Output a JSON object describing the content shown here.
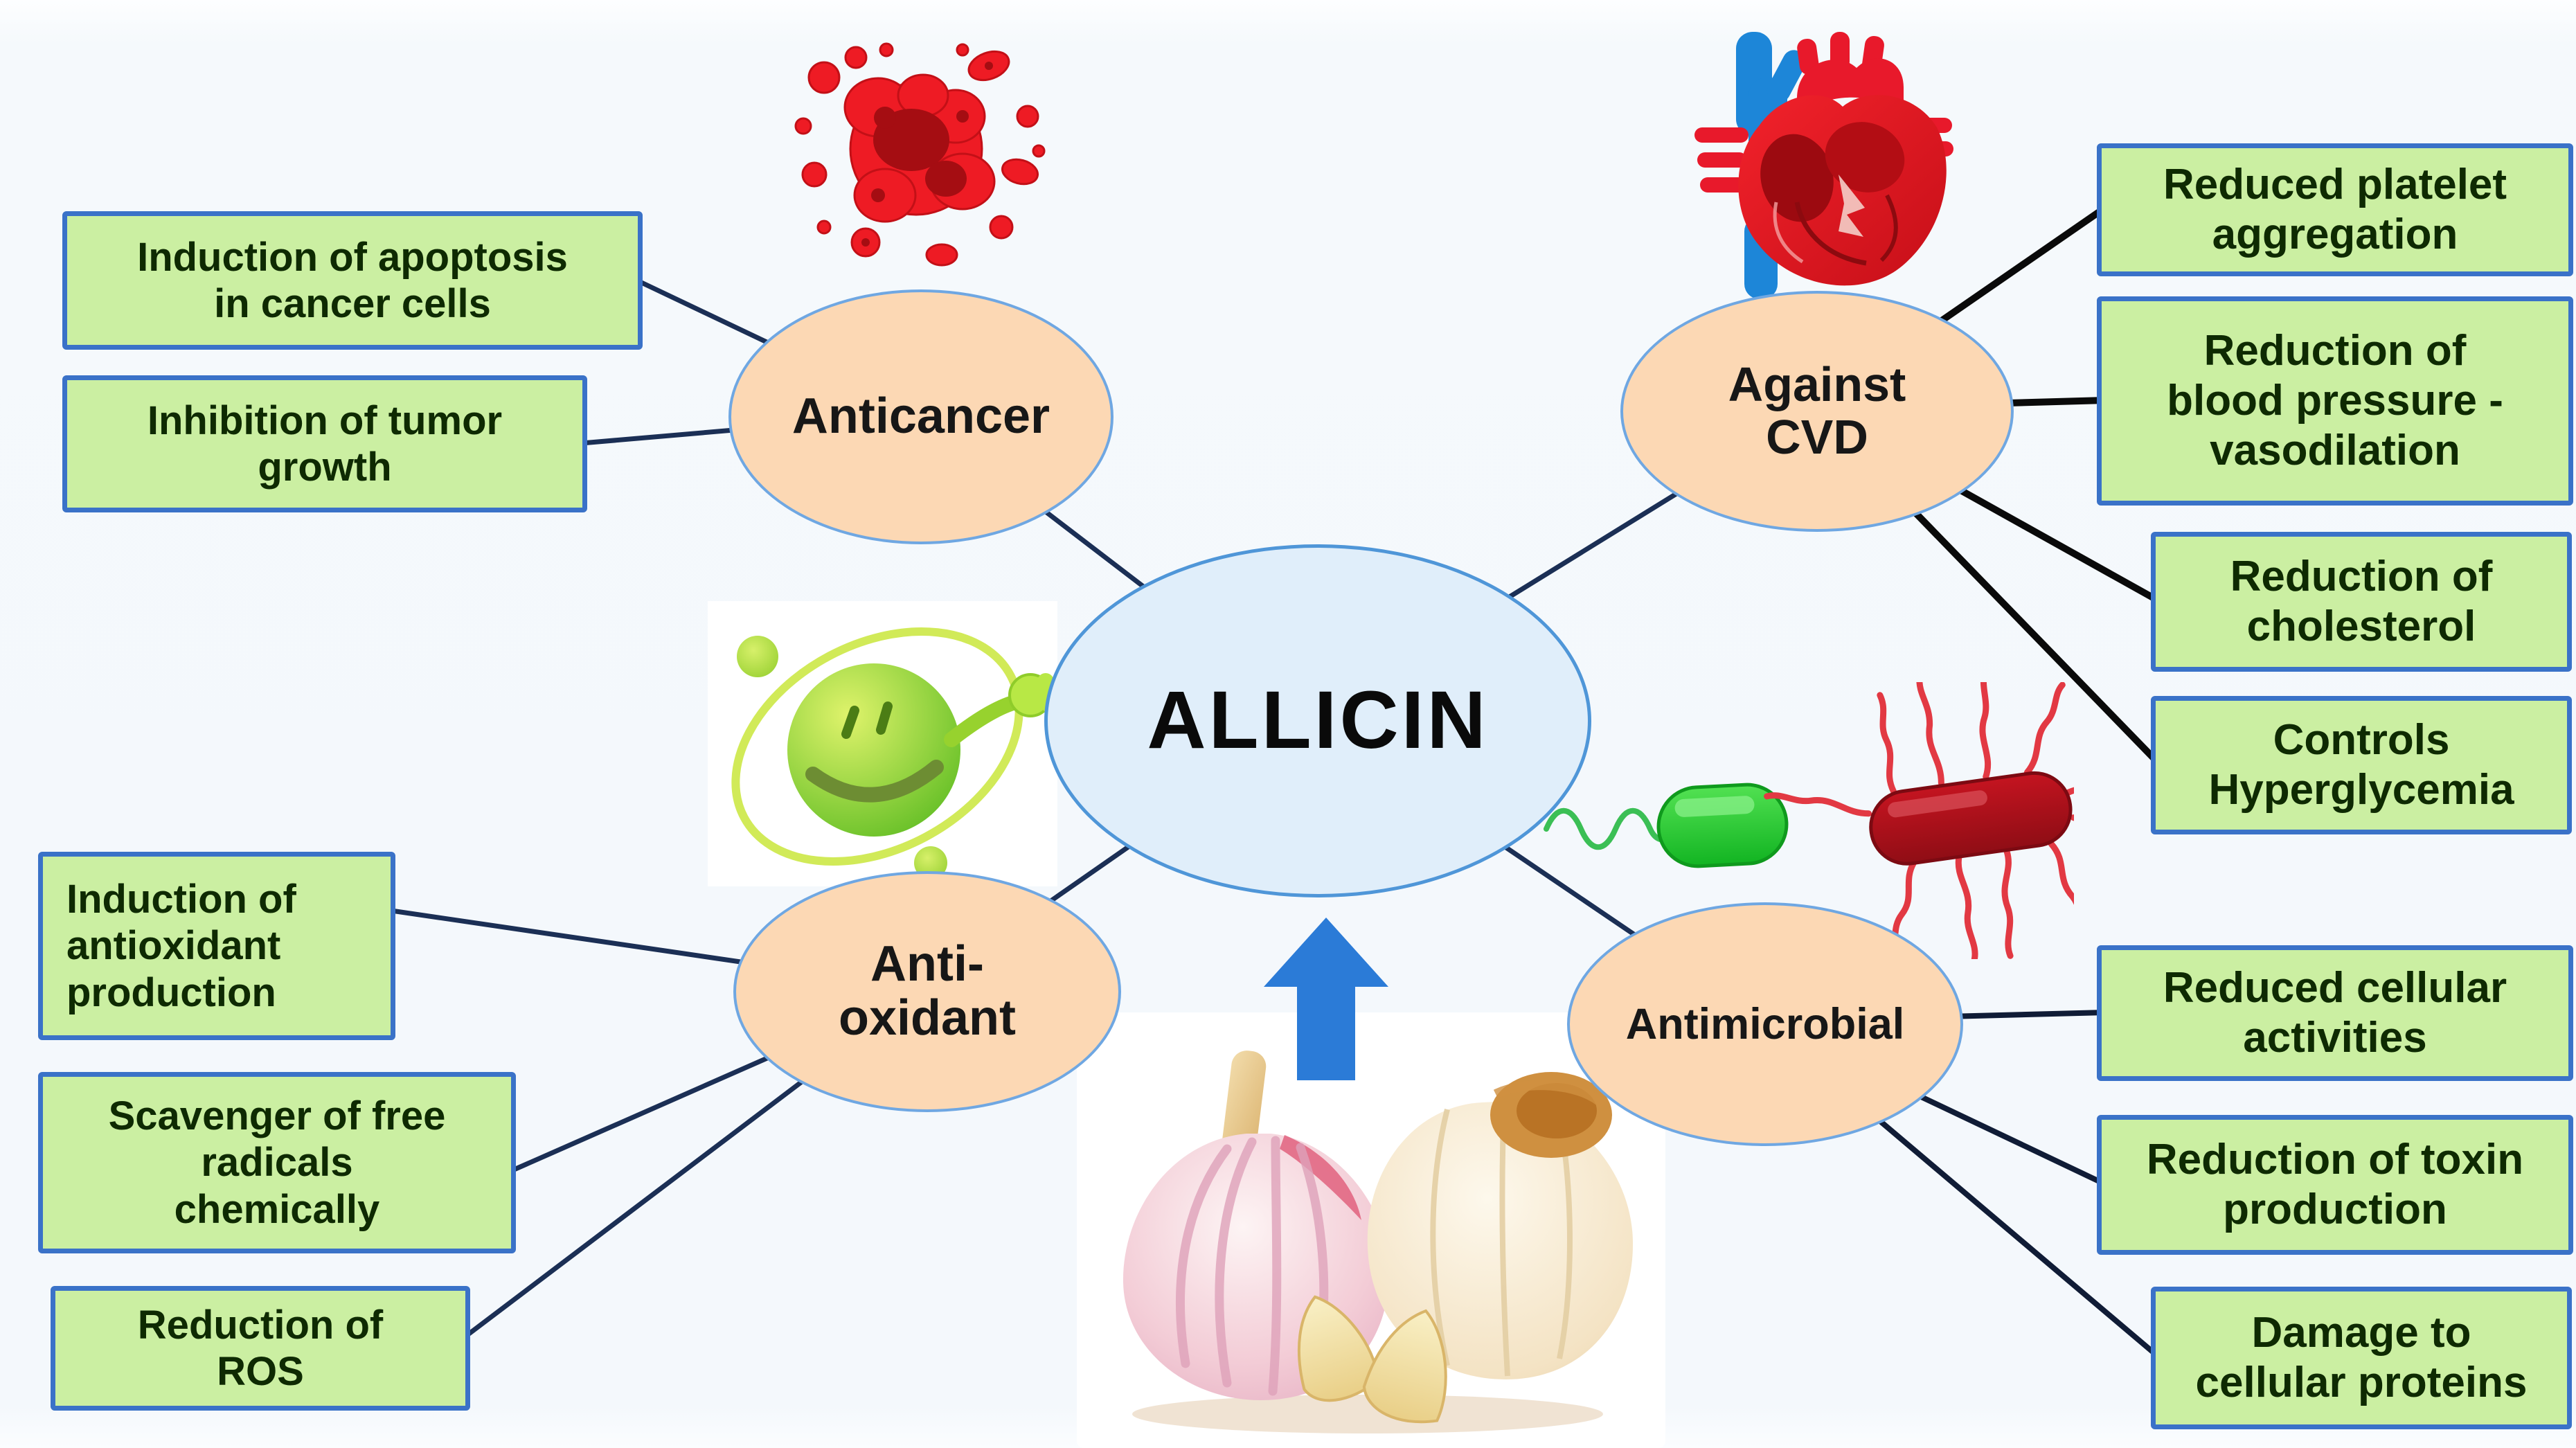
{
  "diagram_title": "ALLICIN",
  "center": {
    "label": "ALLICIN"
  },
  "branches": {
    "anticancer": {
      "label": "Anticancer"
    },
    "cvd": {
      "label": "Against\nCVD"
    },
    "antioxidant": {
      "label": "Anti-\noxidant"
    },
    "antimicrobial": {
      "label": "Antimicrobial"
    }
  },
  "boxes": {
    "apoptosis": {
      "text": "Induction of apoptosis\nin cancer cells"
    },
    "tumor": {
      "text": "Inhibition of  tumor\ngrowth"
    },
    "antiox_production": {
      "text": "Induction of\nantioxidant\nproduction"
    },
    "scavenger": {
      "text": "Scavenger of free\nradicals\nchemically"
    },
    "ros": {
      "text": "Reduction of\nROS"
    },
    "platelet": {
      "text": "Reduced platelet\naggregation"
    },
    "blood_pressure": {
      "text": "Reduction of\nblood pressure -\nvasodilation"
    },
    "cholesterol": {
      "text": "Reduction of\ncholesterol"
    },
    "hyperglycemia": {
      "text": "Controls\nHyperglycemia"
    },
    "cellular": {
      "text": "Reduced cellular\nactivities"
    },
    "toxin": {
      "text": "Reduction of toxin\nproduction"
    },
    "proteins": {
      "text": "Damage to\ncellular proteins"
    }
  },
  "icons": {
    "anticancer": "cancer-cells-icon",
    "cvd": "heart-icon",
    "antioxidant": "antioxidant-molecule-icon",
    "antimicrobial": "bacteria-icon",
    "source": "garlic-photo",
    "pointer": "up-arrow-icon"
  },
  "colors": {
    "background": "#f4f8fc",
    "box_fill": "#cbefa2",
    "box_border": "#3a72c8",
    "box_text": "#0e2a02",
    "branch_fill": "#fcd8b4",
    "branch_border": "#6fa7e2",
    "center_fill": "#e0eefa",
    "center_border": "#4f96d8",
    "connector": "#1b2f55",
    "connector_right": "#0a0a0a",
    "arrow": "#2b7bd7",
    "cancer_icon_red": "#ee1b24",
    "bacteria_green": "#12b422",
    "bacteria_red": "#a10f18"
  }
}
